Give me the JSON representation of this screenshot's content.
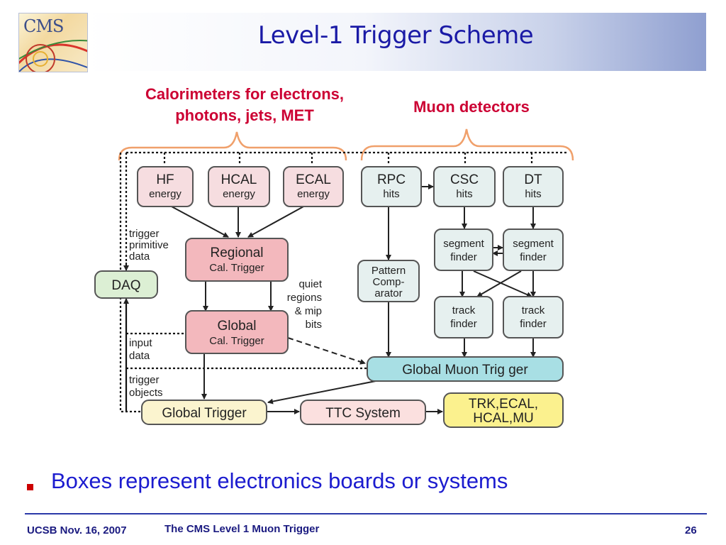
{
  "slide": {
    "title": "Level-1 Trigger Scheme",
    "logo_text": "CMS",
    "bullet": "Boxes represent electronics boards or systems",
    "footer": {
      "left": "UCSB Nov. 16, 2007",
      "center": "The CMS Level 1 Muon Trigger",
      "page": "26"
    }
  },
  "diagram": {
    "groups": {
      "calorimeters": [
        "Calorimeters for electrons,",
        "photons, jets, MET"
      ],
      "muon": "Muon detectors"
    },
    "nodes": {
      "hf": [
        "HF",
        "energy"
      ],
      "hcal": [
        "HCAL",
        "energy"
      ],
      "ecal": [
        "ECAL",
        "energy"
      ],
      "rpc": [
        "RPC",
        "hits"
      ],
      "csc": [
        "CSC",
        "hits"
      ],
      "dt": [
        "DT",
        "hits"
      ],
      "regional": [
        "Regional",
        "Cal. Trigger"
      ],
      "global_cal": [
        "Global",
        "Cal. Trigger"
      ],
      "daq": [
        "DAQ"
      ],
      "seg1": [
        "segment",
        "finder"
      ],
      "seg2": [
        "segment",
        "finder"
      ],
      "pattern": [
        "Pattern",
        "Comp-",
        "arator"
      ],
      "track1": [
        "track",
        "finder"
      ],
      "track2": [
        "track",
        "finder"
      ],
      "gmt": [
        "Global Muon  Trig ger"
      ],
      "gt": [
        "Global Trigger"
      ],
      "ttc": [
        "TTC System"
      ],
      "trk": [
        "TRK,ECAL,",
        "HCAL,MU"
      ]
    },
    "labels": {
      "trigger_primitive": [
        "trigger",
        "primitive",
        "data"
      ],
      "quiet_regions": [
        "quiet",
        "regions",
        "& mip",
        "bits"
      ],
      "input_data": [
        "input",
        "data"
      ],
      "trigger_objects": [
        "trigger",
        "objects"
      ]
    },
    "colors": {
      "calorimeter": "#f6dde0",
      "muon": "#e6f0ef",
      "daq": "#dcefd4",
      "regional": "#f3b8bd",
      "gmt": "#a8dfe4",
      "gt": "#fbf4cf",
      "ttc": "#fbe0df",
      "trk": "#fbf18e",
      "brace": "#f0a06b",
      "group_label": "#cc0033"
    }
  }
}
